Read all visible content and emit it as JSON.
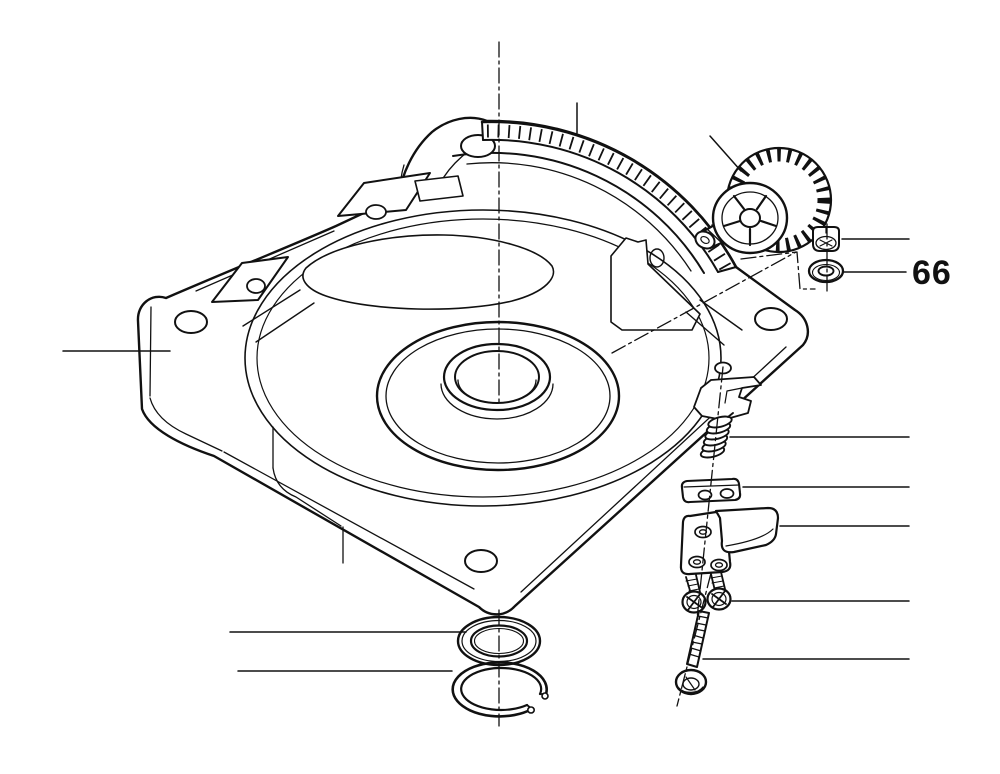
{
  "figure": {
    "type": "exploded-parts-diagram",
    "background": "#ffffff",
    "line_color": "#111111",
    "callouts": [
      {
        "label": "66"
      }
    ],
    "parts": [
      {
        "name": "base-casting"
      },
      {
        "name": "graduated-scale-arc"
      },
      {
        "name": "adjustment-knob-with-worm-shaft"
      },
      {
        "name": "hex-flange-nut"
      },
      {
        "name": "small-flat-washer"
      },
      {
        "name": "compression-spring"
      },
      {
        "name": "clamp-block"
      },
      {
        "name": "lock-lever"
      },
      {
        "name": "pan-head-screws"
      },
      {
        "name": "socket-head-bolt"
      },
      {
        "name": "large-flat-washer"
      },
      {
        "name": "retaining-ring"
      }
    ]
  }
}
